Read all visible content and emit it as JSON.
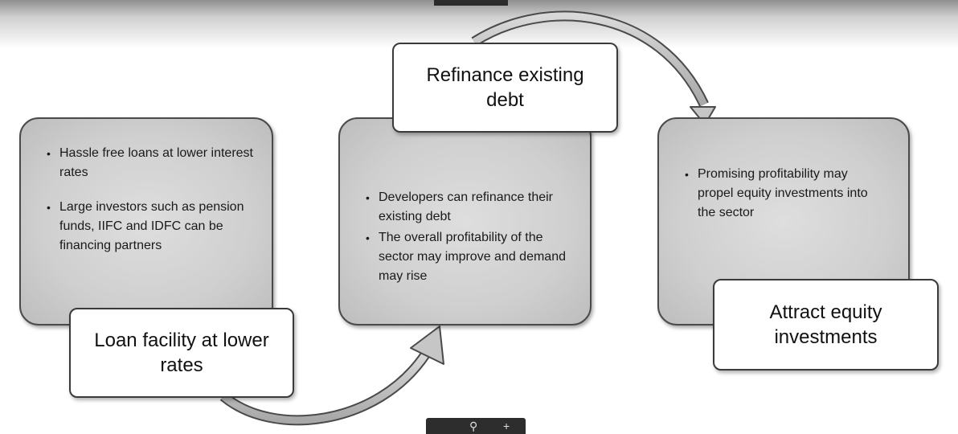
{
  "steps": [
    {
      "title": "Loan facility at lower rates",
      "bullets": [
        "Hassle free loans at lower interest rates",
        "Large investors such as pension funds, IIFC and IDFC can be financing partners"
      ]
    },
    {
      "title": "Refinance existing debt",
      "bullets": [
        "Developers can refinance their existing debt",
        "The overall profitability of the sector may improve and demand may rise"
      ]
    },
    {
      "title": "Attract equity investments",
      "bullets": [
        "Promising profitability may propel equity investments into the sector"
      ]
    }
  ],
  "colors": {
    "card_fill": "#cfcfcf",
    "card_border": "#4a4a4a",
    "arrow_fill": "#bdbdbd",
    "label_border": "#3a3a3a"
  }
}
